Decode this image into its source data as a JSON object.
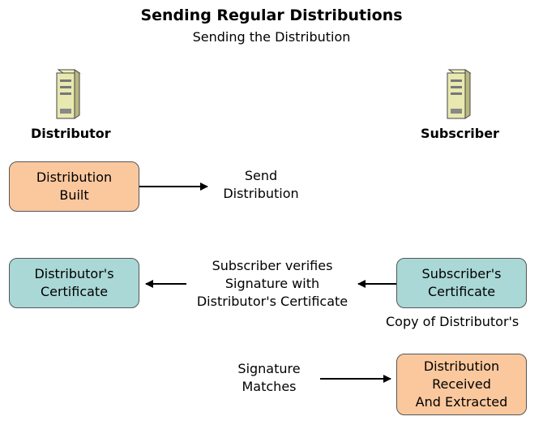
{
  "header": {
    "title": "Sending Regular Distributions",
    "subtitle": "Sending the Distribution"
  },
  "nodes": {
    "distributor_label": "Distributor",
    "subscriber_label": "Subscriber"
  },
  "boxes": {
    "distribution_built": "Distribution\nBuilt",
    "distributors_certificate": "Distributor's\nCertificate",
    "subscribers_certificate": "Subscriber's\nCertificate",
    "distribution_received": "Distribution\nReceived\nAnd Extracted"
  },
  "texts": {
    "send_distribution": "Send\nDistribution",
    "subscriber_verifies": "Subscriber verifies\nSignature with\nDistributor's Certificate",
    "copy_of_distributors": "Copy of Distributor's",
    "signature_matches": "Signature\nMatches"
  },
  "colors": {
    "orange_box": "#fbc89e",
    "teal_box": "#a9d8d6"
  },
  "icons": {
    "distributor": "server-icon",
    "subscriber": "server-icon"
  }
}
